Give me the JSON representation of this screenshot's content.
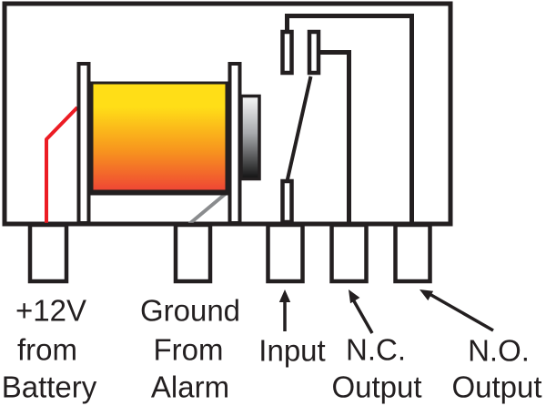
{
  "pins": [
    {
      "id": "battery",
      "label_lines": [
        "+12V",
        "from",
        "Battery"
      ]
    },
    {
      "id": "ground",
      "label_lines": [
        "Ground",
        "From",
        "Alarm"
      ]
    },
    {
      "id": "input",
      "label_lines": [
        "Input"
      ]
    },
    {
      "id": "nc",
      "label_lines": [
        "N.C.",
        "Output"
      ]
    },
    {
      "id": "no",
      "label_lines": [
        "N.O.",
        "Output"
      ]
    }
  ],
  "colors": {
    "outline": "#231F20",
    "background": "#FFFFFF",
    "wire_red": "#EC1C24",
    "wire_gray": "#8A8C8E",
    "coil_yellow": "#FFDE17",
    "coil_orange": "#F7941E",
    "coil_red": "#EF4136",
    "metal_light": "#F7F7F7",
    "metal_mid": "#A7A9AC",
    "metal_dark": "#111111"
  }
}
